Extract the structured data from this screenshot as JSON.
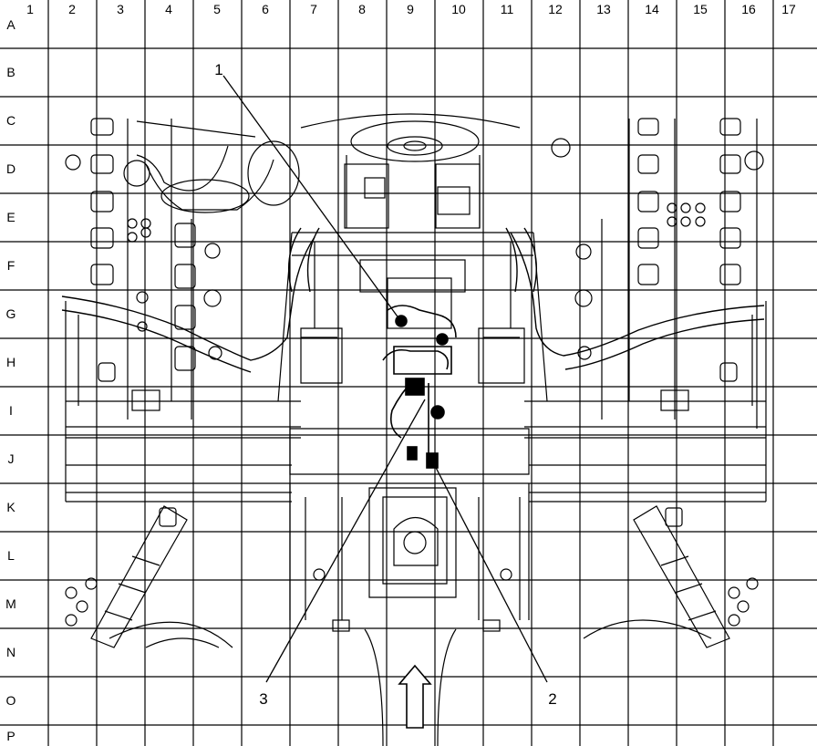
{
  "grid": {
    "columns": [
      "1",
      "2",
      "3",
      "4",
      "5",
      "6",
      "7",
      "8",
      "9",
      "10",
      "11",
      "12",
      "13",
      "14",
      "15",
      "16",
      "17"
    ],
    "rows": [
      "A",
      "B",
      "C",
      "D",
      "E",
      "F",
      "G",
      "H",
      "I",
      "J",
      "K",
      "L",
      "M",
      "N",
      "O",
      "P"
    ]
  },
  "callouts": [
    {
      "id": "1",
      "label": "1"
    },
    {
      "id": "2",
      "label": "2"
    },
    {
      "id": "3",
      "label": "3"
    }
  ],
  "direction_arrow": {
    "icon": "forward-arrow-icon"
  },
  "colors": {
    "line": "#000000",
    "background": "#ffffff"
  }
}
